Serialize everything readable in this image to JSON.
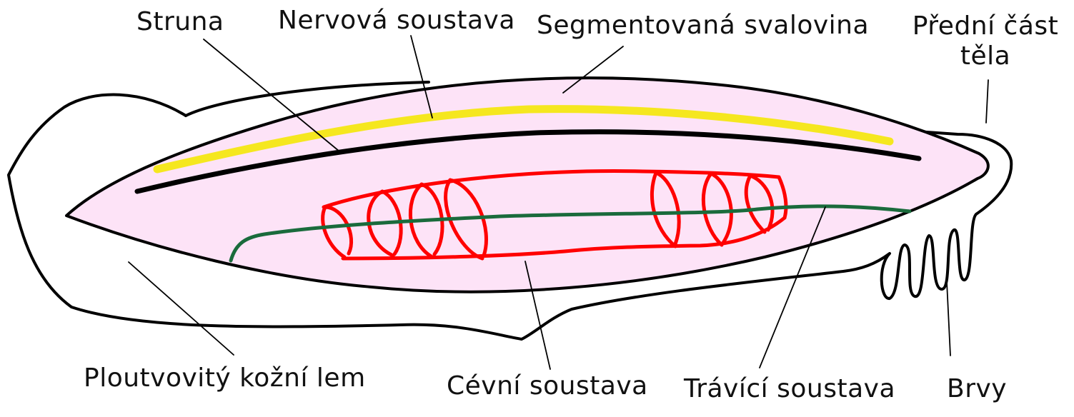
{
  "labels": {
    "notochord": "Struna",
    "nervous_system": "Nervová soustava",
    "segmented_muscles": "Segmentovaná svalovina",
    "anterior_line1": "Přední část",
    "anterior_line2": "těla",
    "fin_fold": "Ploutvovitý kožní lem",
    "circulatory_system": "Cévní soustava",
    "digestive_system": "Trávící soustava",
    "cilia": "Brvy"
  },
  "colors": {
    "body_fill": "#fde3f7",
    "outline": "#000000",
    "nervous_system": "#f5e71f",
    "notochord": "#000000",
    "circulatory_system": "#ff0000",
    "digestive_system": "#1a6b3c"
  }
}
